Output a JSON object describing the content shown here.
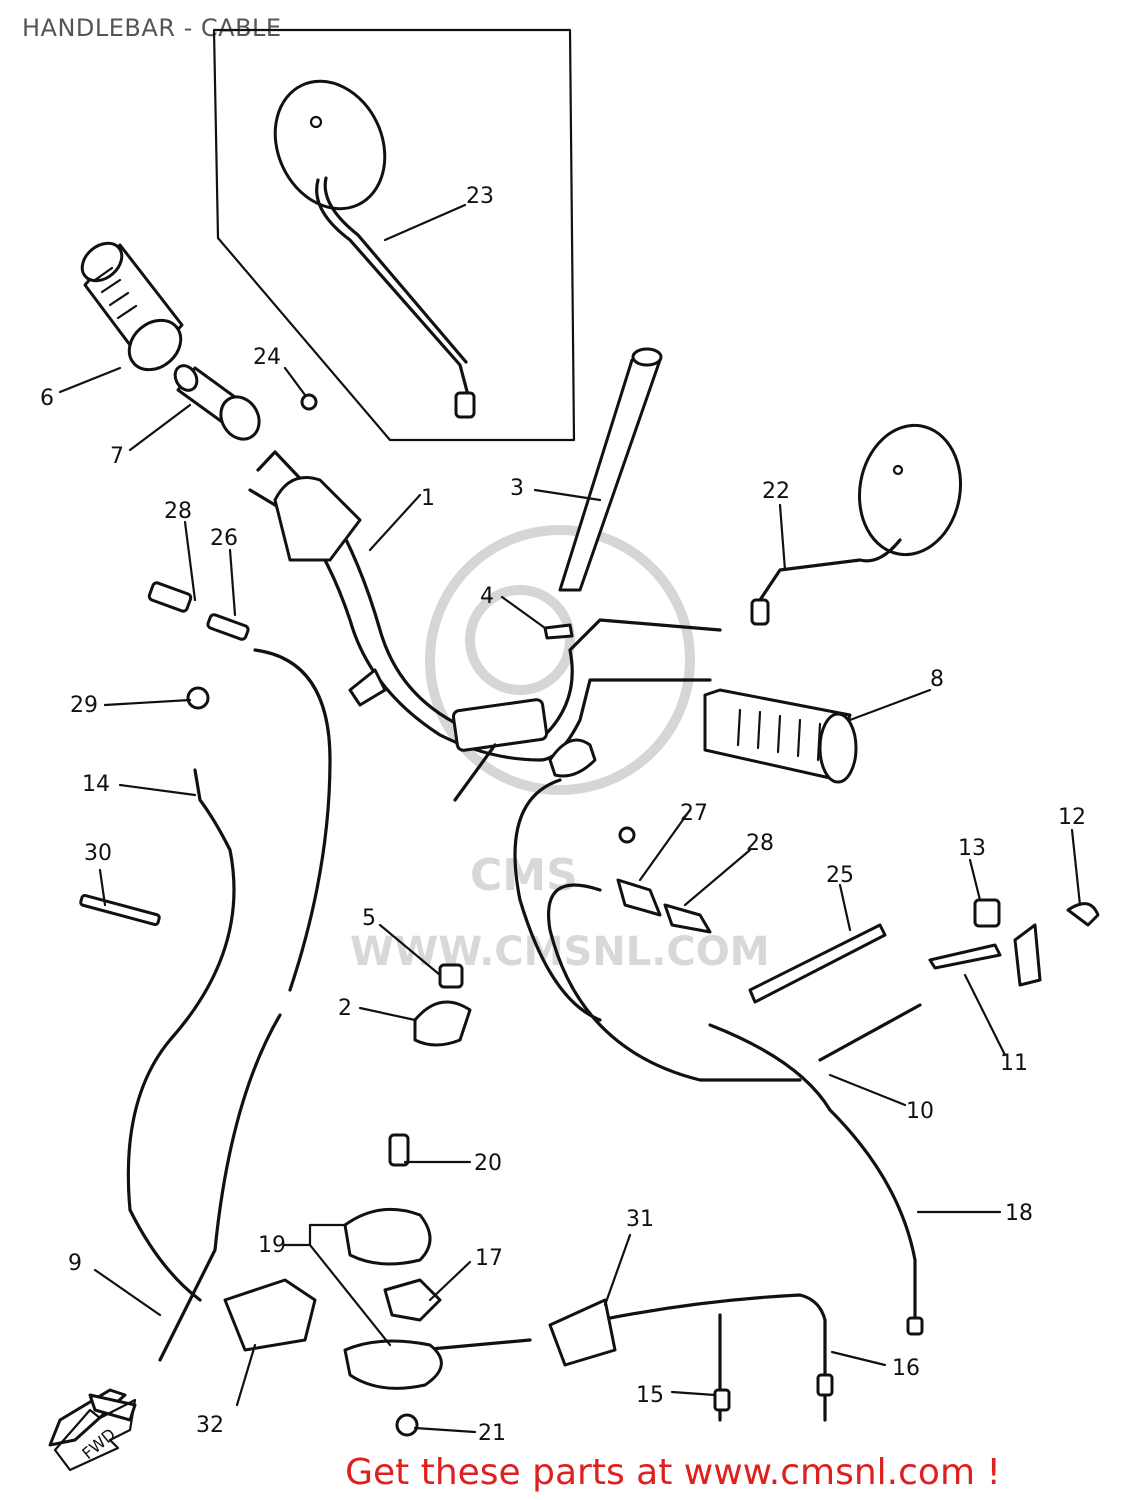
{
  "title": "HANDLEBAR - CABLE",
  "watermark": {
    "brand": "CMS",
    "url": "WWW.CMSNL.COM"
  },
  "banner": "Get these parts at www.cmsnl.com !",
  "callouts": [
    "1",
    "2",
    "3",
    "4",
    "5",
    "6",
    "7",
    "8",
    "9",
    "10",
    "11",
    "12",
    "13",
    "14",
    "15",
    "16",
    "17",
    "18",
    "19",
    "20",
    "21",
    "22",
    "23",
    "24",
    "25",
    "26",
    "27",
    "28",
    "28",
    "29",
    "30",
    "31",
    "32"
  ],
  "arrow_label": "FWD",
  "colors": {
    "line": "#111111",
    "banner": "#e0201e",
    "watermark": "#d6d6d6",
    "title": "#555555"
  }
}
